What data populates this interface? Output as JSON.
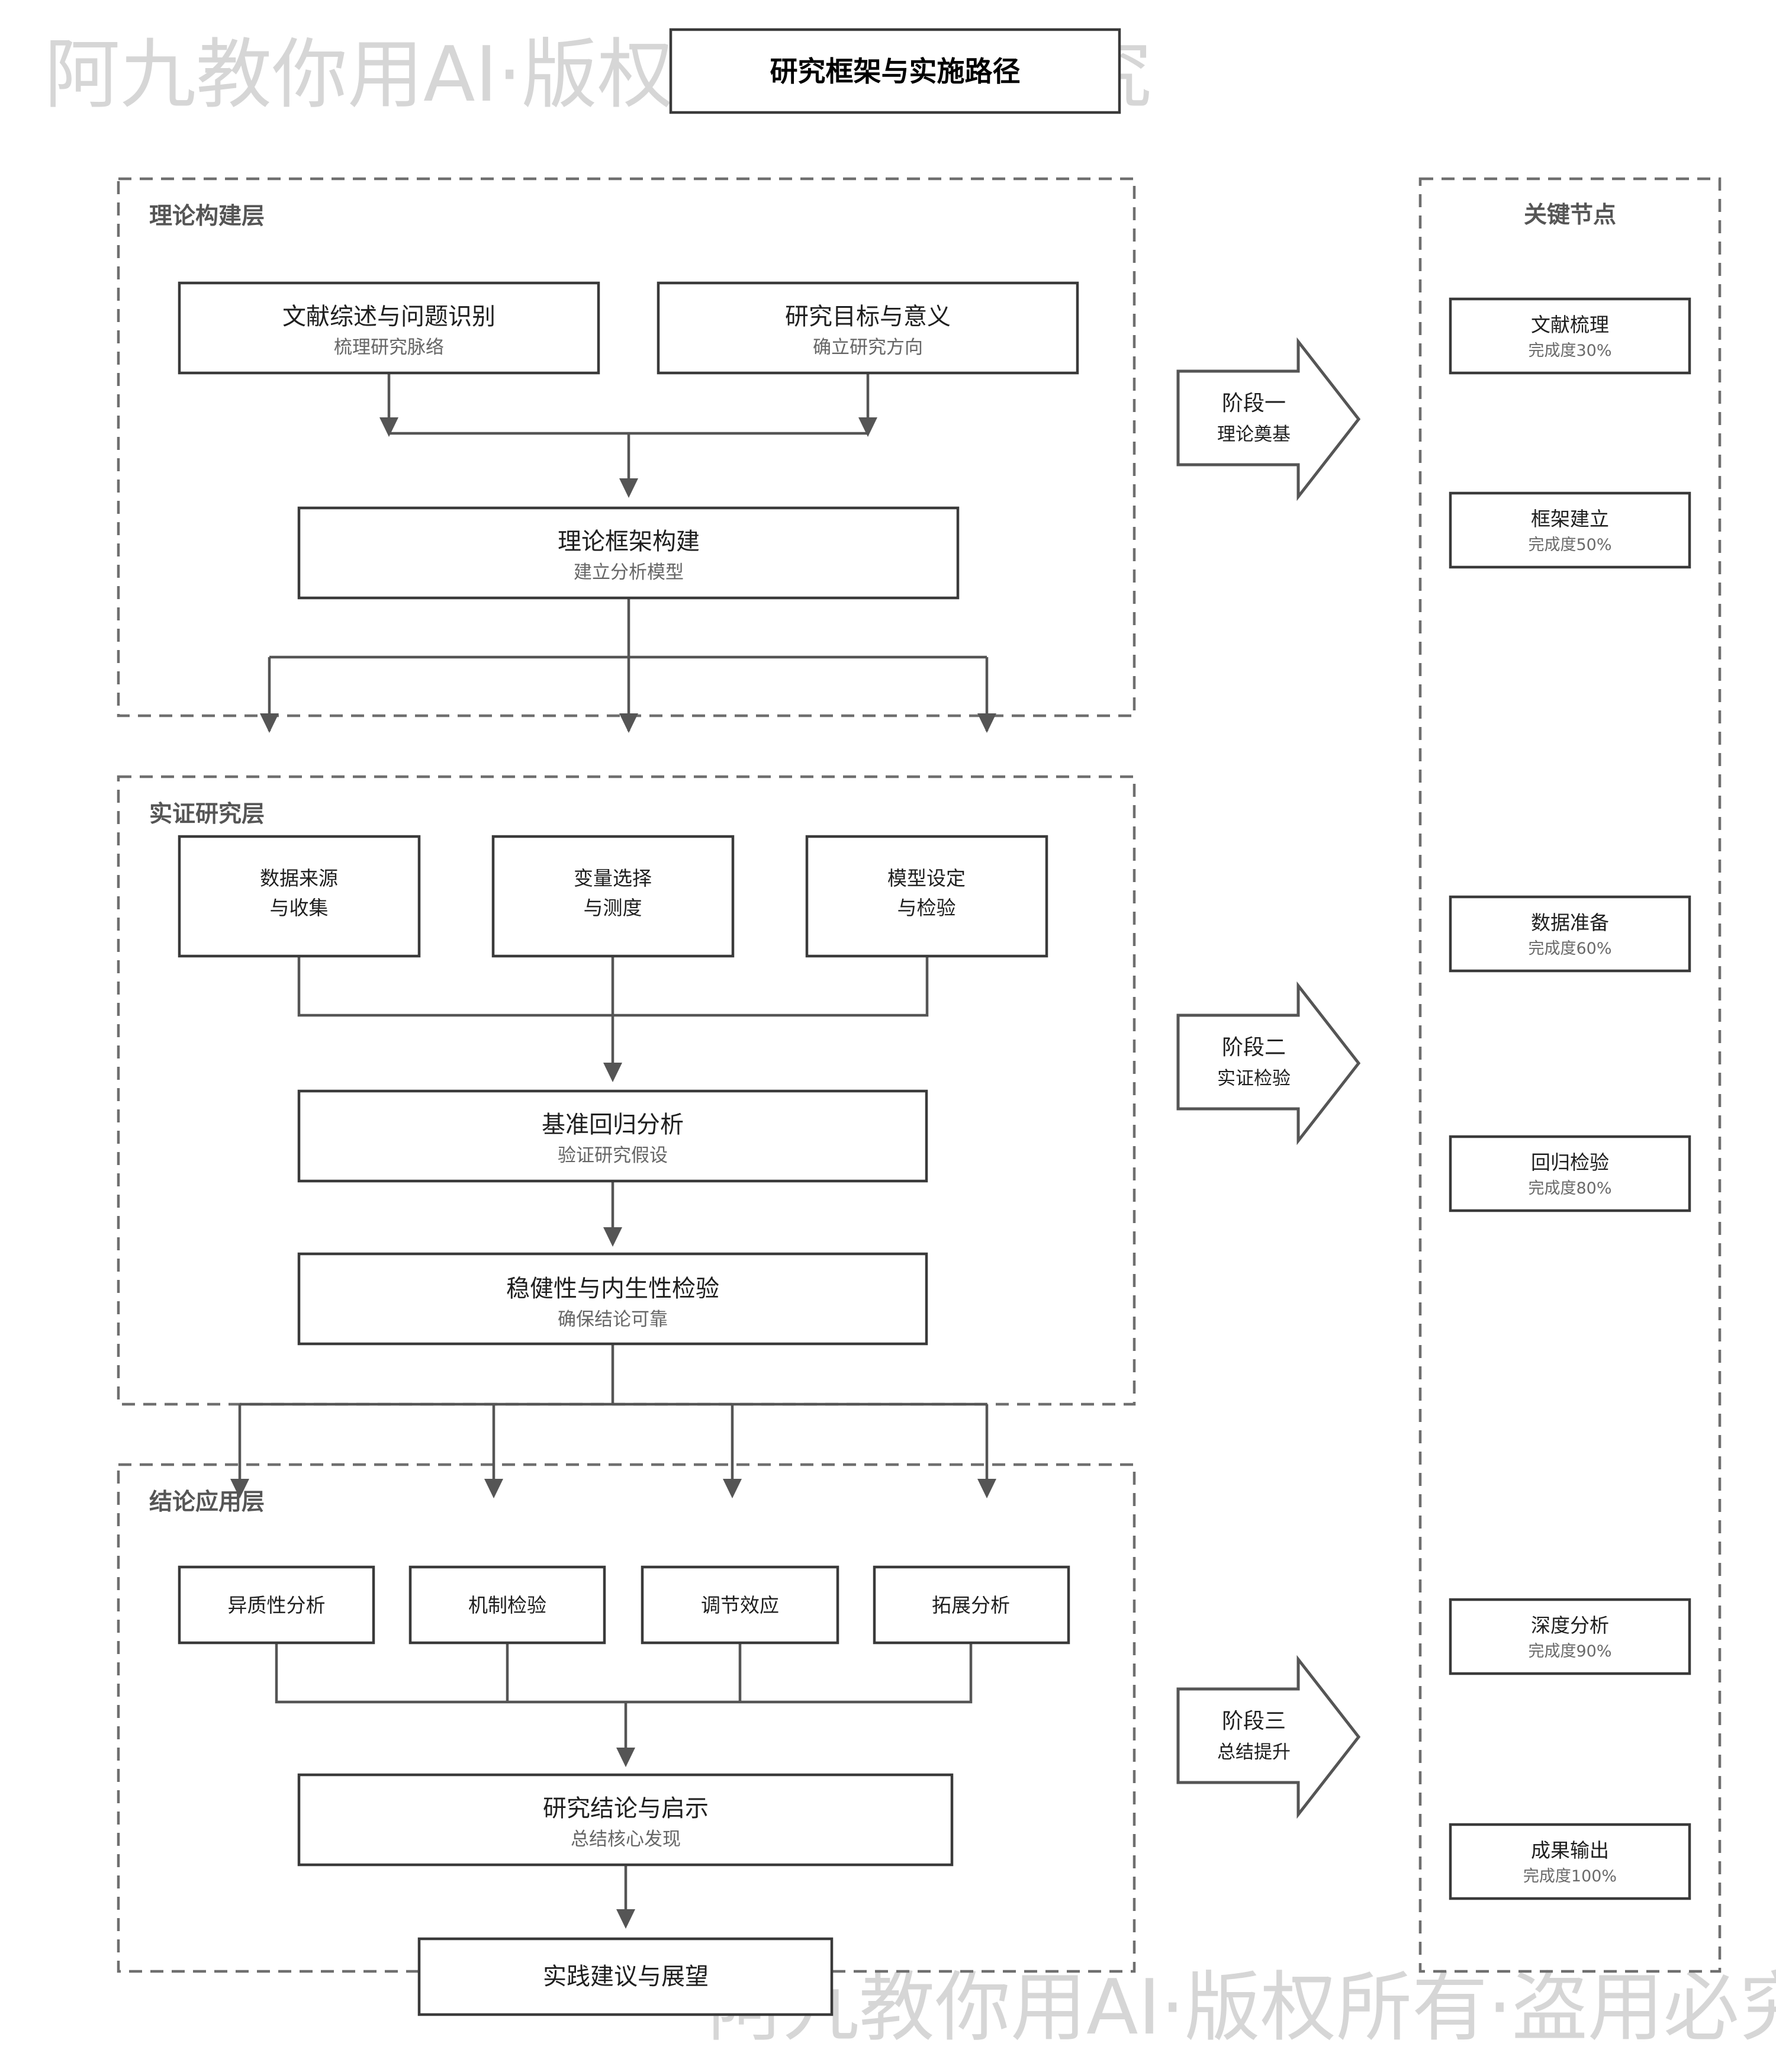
{
  "title": "研究框架与实施路径",
  "watermark": "阿九教你用AI·版权所有·盗用必究",
  "layers": {
    "theory": {
      "label": "理论构建层",
      "literature": {
        "title": "文献综述与问题识别",
        "subtitle": "梳理研究脉络"
      },
      "goals": {
        "title": "研究目标与意义",
        "subtitle": "确立研究方向"
      },
      "framework": {
        "title": "理论框架构建",
        "subtitle": "建立分析模型"
      }
    },
    "empirical": {
      "label": "实证研究层",
      "data": {
        "line1": "数据来源",
        "line2": "与收集"
      },
      "variables": {
        "line1": "变量选择",
        "line2": "与测度"
      },
      "model": {
        "line1": "模型设定",
        "line2": "与检验"
      },
      "regression": {
        "title": "基准回归分析",
        "subtitle": "验证研究假设"
      },
      "robustness": {
        "title": "稳健性与内生性检验",
        "subtitle": "确保结论可靠"
      }
    },
    "conclusion": {
      "label": "结论应用层",
      "heterogeneity": "异质性分析",
      "mechanism": "机制检验",
      "moderation": "调节效应",
      "extension": "拓展分析",
      "findings": {
        "title": "研究结论与启示",
        "subtitle": "总结核心发现"
      },
      "recommendations": "实践建议与展望"
    }
  },
  "phases": [
    {
      "title": "阶段一",
      "subtitle": "理论奠基"
    },
    {
      "title": "阶段二",
      "subtitle": "实证检验"
    },
    {
      "title": "阶段三",
      "subtitle": "总结提升"
    }
  ],
  "milestones": {
    "heading": "关键节点",
    "items": [
      {
        "name": "文献梳理",
        "progress": "完成度30%"
      },
      {
        "name": "框架建立",
        "progress": "完成度50%"
      },
      {
        "name": "数据准备",
        "progress": "完成度60%"
      },
      {
        "name": "回归检验",
        "progress": "完成度80%"
      },
      {
        "name": "深度分析",
        "progress": "完成度90%"
      },
      {
        "name": "成果输出",
        "progress": "完成度100%"
      }
    ]
  },
  "colors": {
    "line": "#555555",
    "box_border": "#3a3a3a",
    "dashed_border": "#6f6f6f",
    "watermark": "#d6d6d6"
  }
}
